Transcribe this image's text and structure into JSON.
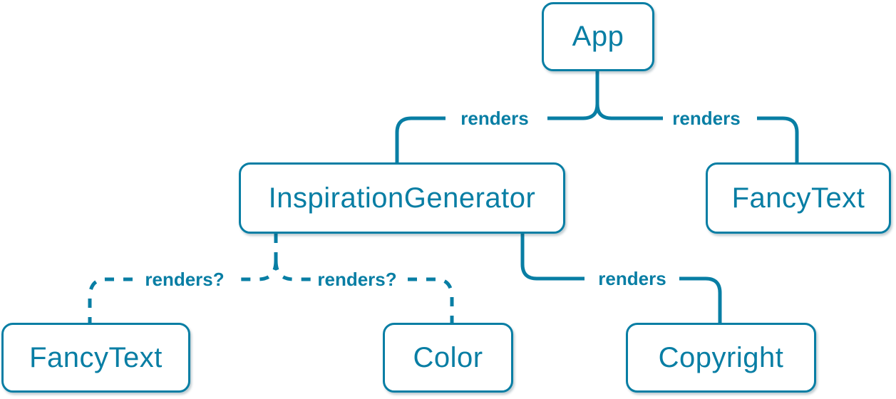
{
  "colors": {
    "accent": "#087ea4",
    "node_fill": "#ffffff",
    "background": "#ffffff"
  },
  "nodes": {
    "app": {
      "label": "App"
    },
    "inspiration_generator": {
      "label": "InspirationGenerator"
    },
    "fancy_text_top": {
      "label": "FancyText"
    },
    "fancy_text_bottom": {
      "label": "FancyText"
    },
    "color": {
      "label": "Color"
    },
    "copyright": {
      "label": "Copyright"
    }
  },
  "edges": {
    "app_to_inspiration_generator": {
      "from": "App",
      "to": "InspirationGenerator",
      "label": "renders",
      "style": "solid"
    },
    "app_to_fancy_text": {
      "from": "App",
      "to": "FancyText",
      "label": "renders",
      "style": "solid"
    },
    "inspiration_generator_to_fancy_text": {
      "from": "InspirationGenerator",
      "to": "FancyText",
      "label": "renders?",
      "style": "dashed"
    },
    "inspiration_generator_to_color": {
      "from": "InspirationGenerator",
      "to": "Color",
      "label": "renders?",
      "style": "dashed"
    },
    "inspiration_generator_to_copyright": {
      "from": "InspirationGenerator",
      "to": "Copyright",
      "label": "renders",
      "style": "solid"
    }
  }
}
